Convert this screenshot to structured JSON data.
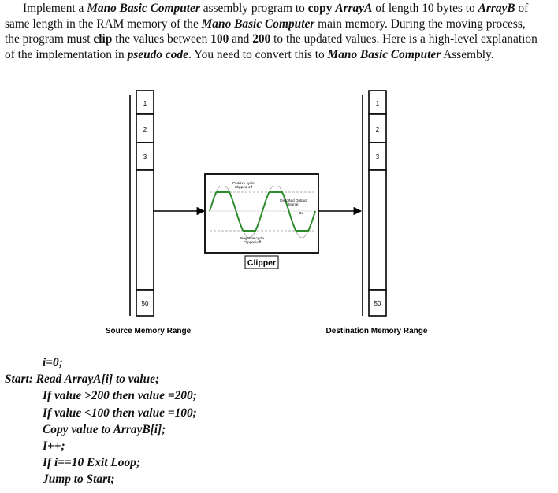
{
  "intro": {
    "s1": "Implement a ",
    "s2": "Mano Basic Computer",
    "s3": " assembly program to ",
    "s4": "copy",
    "s5": " ",
    "s6": "ArrayA",
    "s7": " of length 10 bytes to ",
    "s8": "ArrayB",
    "s9": " of same length in the RAM memory of the ",
    "s10": "Mano Basic Computer",
    "s11": " main memory. During the moving process, the program must ",
    "s12": "clip",
    "s13": " the values between ",
    "s14": "100",
    "s15": " and ",
    "s16": "200",
    "s17": " to the updated values. Here is a high-level explanation of the implementation in ",
    "s18": "pseudo code",
    "s19": ". You need to convert this to ",
    "s20": "Mano Basic Computer",
    "s21": " Assembly."
  },
  "figure": {
    "source_cells": [
      "1",
      "2",
      "3",
      "50"
    ],
    "dest_cells": [
      "1",
      "2",
      "3",
      "50"
    ],
    "source_label": "Source Memory Range",
    "dest_label": "Destination Memory Range",
    "clipper_label": "Clipper",
    "positive_clip": [
      "Positive cycle",
      "Clipped-off"
    ],
    "negative_clip": [
      "Negative cycle",
      "Clipped-off"
    ],
    "distorted": [
      "Distorted Output",
      "Signal"
    ],
    "zero_label": "0v"
  },
  "pseudo": {
    "lines": [
      "i=0;",
      "Start: Read ArrayA[i] to value;",
      "If value >200 then value =200;",
      "If value <100 then value =100;",
      "Copy value to ArrayB[i];",
      "I++;",
      "If i==10 Exit Loop;",
      "Jump to Start;"
    ]
  },
  "colors": {
    "wave": "#2e8b2e",
    "clip_line": "#999999",
    "stroke": "#000000"
  }
}
